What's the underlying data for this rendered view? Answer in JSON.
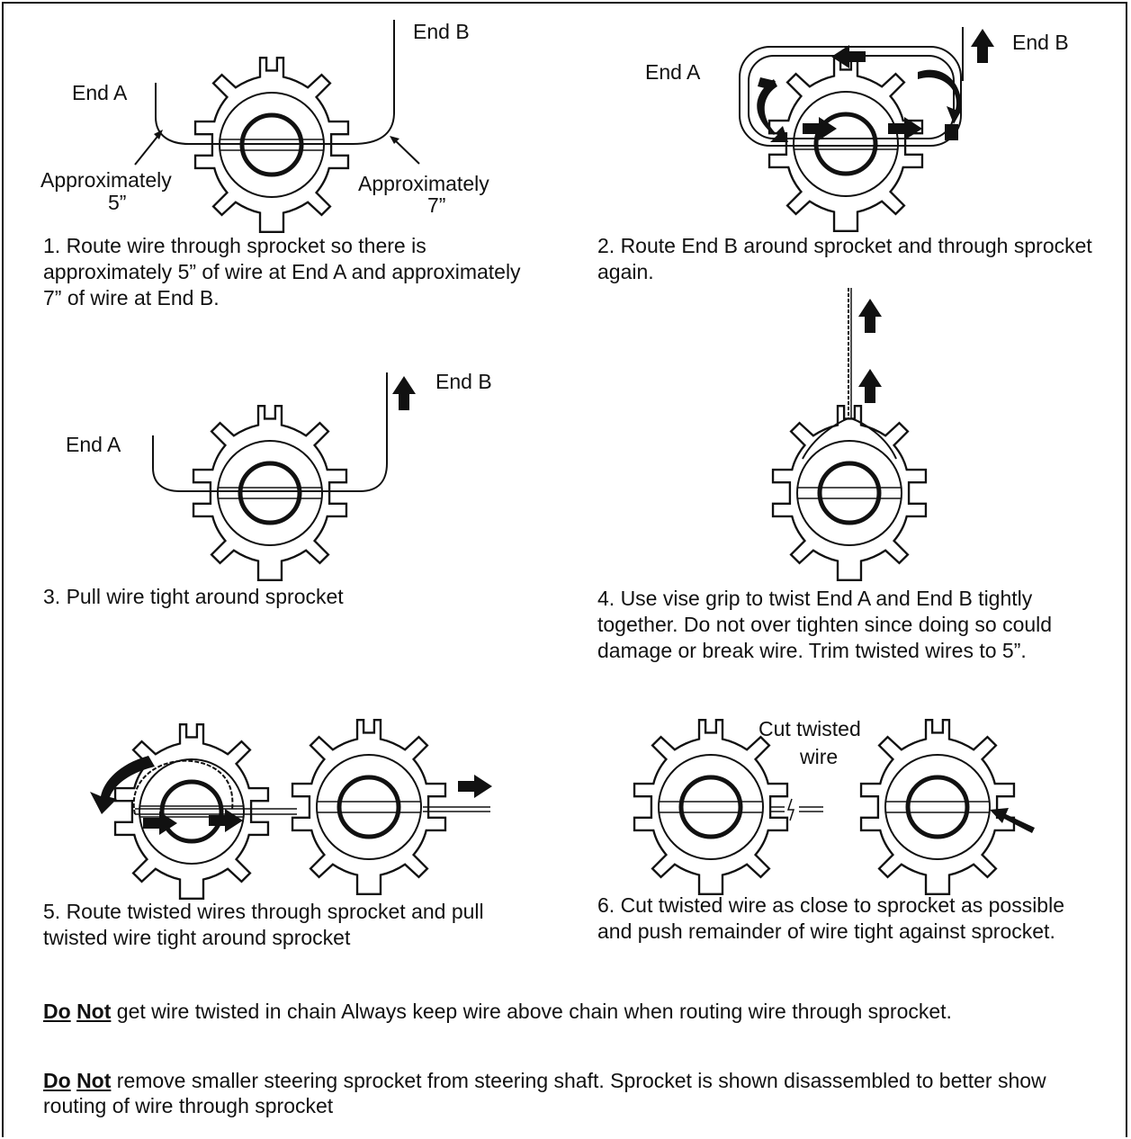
{
  "steps": [
    {
      "labels": {
        "end_a": "End A",
        "end_b": "End B",
        "approx_left_1": "Approximately",
        "approx_left_2": "5”",
        "approx_right_1": "Approximately",
        "approx_right_2": "7”"
      },
      "caption": "1. Route wire through sprocket so there is approximately 5” of wire at End A and approximately 7” of wire at End B."
    },
    {
      "labels": {
        "end_a": "End A",
        "end_b": "End B"
      },
      "caption": "2. Route End B around sprocket and through sprocket again."
    },
    {
      "labels": {
        "end_a": "End A",
        "end_b": "End B"
      },
      "caption": "3. Pull wire tight around sprocket"
    },
    {
      "caption": "4. Use vise grip to twist End A and End B tightly together. Do not over tighten since doing so could damage or break wire. Trim twisted wires to 5”."
    },
    {
      "caption": "5. Route twisted wires through sprocket and pull twisted wire tight around sprocket"
    },
    {
      "labels": {
        "cut_1": "Cut twisted",
        "cut_2": "wire"
      },
      "caption": "6. Cut twisted wire as close to sprocket as possible and push remainder of wire tight against sprocket."
    }
  ],
  "notes": [
    {
      "do": "Do",
      "not": "Not",
      "text": " get wire twisted in chain Always keep wire above chain when routing wire through sprocket."
    },
    {
      "do": "Do",
      "not": "Not",
      "text": " remove smaller steering sprocket from steering shaft. Sprocket is shown disassembled to better show routing of wire through sprocket"
    }
  ]
}
